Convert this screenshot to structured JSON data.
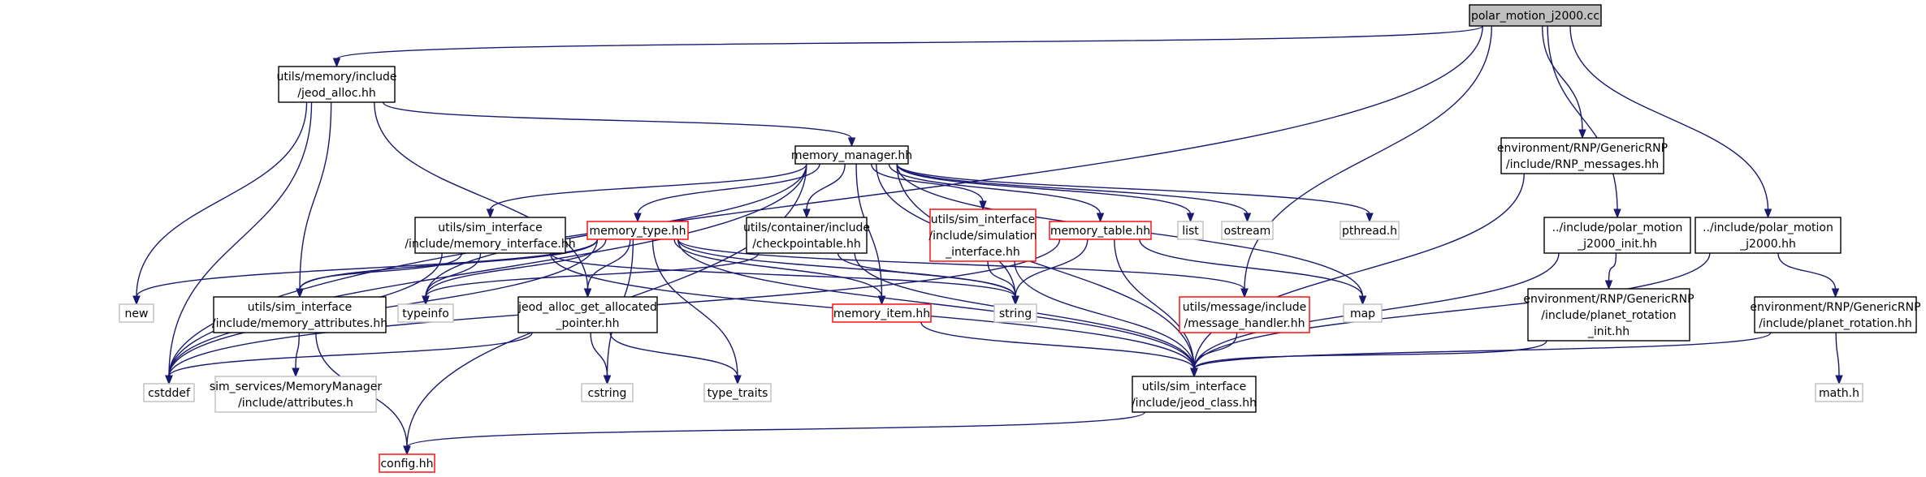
{
  "graph": {
    "colors": {
      "edge": "#191970",
      "root_fill": "#bfbfbf",
      "node_fill": "#ffffff",
      "normal_border": "#000000",
      "truncated_border": "#ff0000",
      "external_border": "#bfbfbf"
    },
    "nodes": [
      {
        "id": "root",
        "kind": "root",
        "lines": [
          "polar_motion_j2000.cc"
        ]
      },
      {
        "id": "jeod_alloc",
        "kind": "normal",
        "lines": [
          "utils/memory/include",
          "/jeod_alloc.hh"
        ]
      },
      {
        "id": "memory_manager",
        "kind": "normal",
        "lines": [
          "memory_manager.hh"
        ]
      },
      {
        "id": "rnp_messages",
        "kind": "normal",
        "lines": [
          "environment/RNP/GenericRNP",
          "/include/RNP_messages.hh"
        ]
      },
      {
        "id": "polar_motion_init",
        "kind": "normal",
        "lines": [
          "../include/polar_motion",
          "_j2000_init.hh"
        ]
      },
      {
        "id": "polar_motion_hh",
        "kind": "normal",
        "lines": [
          "../include/polar_motion",
          "_j2000.hh"
        ]
      },
      {
        "id": "memory_interface",
        "kind": "normal",
        "lines": [
          "utils/sim_interface",
          "/include/memory_interface.hh"
        ]
      },
      {
        "id": "memory_type",
        "kind": "truncated",
        "lines": [
          "memory_type.hh"
        ]
      },
      {
        "id": "checkpointable",
        "kind": "normal",
        "lines": [
          "utils/container/include",
          "/checkpointable.hh"
        ]
      },
      {
        "id": "simulation_interface",
        "kind": "truncated",
        "lines": [
          "utils/sim_interface",
          "/include/simulation",
          "_interface.hh"
        ]
      },
      {
        "id": "memory_table",
        "kind": "truncated",
        "lines": [
          "memory_table.hh"
        ]
      },
      {
        "id": "list",
        "kind": "external",
        "lines": [
          "list"
        ]
      },
      {
        "id": "ostream",
        "kind": "external",
        "lines": [
          "ostream"
        ]
      },
      {
        "id": "pthread",
        "kind": "external",
        "lines": [
          "pthread.h"
        ]
      },
      {
        "id": "planet_rotation_init",
        "kind": "normal",
        "lines": [
          "environment/RNP/GenericRNP",
          "/include/planet_rotation",
          "_init.hh"
        ]
      },
      {
        "id": "planet_rotation",
        "kind": "normal",
        "lines": [
          "environment/RNP/GenericRNP",
          "/include/planet_rotation.hh"
        ]
      },
      {
        "id": "new",
        "kind": "external",
        "lines": [
          "new"
        ]
      },
      {
        "id": "memory_attributes",
        "kind": "normal",
        "lines": [
          "utils/sim_interface",
          "/include/memory_attributes.hh"
        ]
      },
      {
        "id": "typeinfo",
        "kind": "external",
        "lines": [
          "typeinfo"
        ]
      },
      {
        "id": "get_allocated_pointer",
        "kind": "normal",
        "lines": [
          "jeod_alloc_get_allocated",
          "_pointer.hh"
        ]
      },
      {
        "id": "memory_item",
        "kind": "truncated",
        "lines": [
          "memory_item.hh"
        ]
      },
      {
        "id": "string",
        "kind": "external",
        "lines": [
          "string"
        ]
      },
      {
        "id": "message_handler",
        "kind": "truncated",
        "lines": [
          "utils/message/include",
          "/message_handler.hh"
        ]
      },
      {
        "id": "map",
        "kind": "external",
        "lines": [
          "map"
        ]
      },
      {
        "id": "cstddef",
        "kind": "external",
        "lines": [
          "cstddef"
        ]
      },
      {
        "id": "attributes_h",
        "kind": "external",
        "lines": [
          "sim_services/MemoryManager",
          "/include/attributes.h"
        ]
      },
      {
        "id": "cstring",
        "kind": "external",
        "lines": [
          "cstring"
        ]
      },
      {
        "id": "type_traits",
        "kind": "external",
        "lines": [
          "type_traits"
        ]
      },
      {
        "id": "jeod_class",
        "kind": "normal",
        "lines": [
          "utils/sim_interface",
          "/include/jeod_class.hh"
        ]
      },
      {
        "id": "math_h",
        "kind": "external",
        "lines": [
          "math.h"
        ]
      },
      {
        "id": "config",
        "kind": "truncated",
        "lines": [
          "config.hh"
        ]
      }
    ],
    "edges": [
      [
        "root",
        "cstddef"
      ],
      [
        "root",
        "jeod_alloc"
      ],
      [
        "root",
        "message_handler"
      ],
      [
        "root",
        "rnp_messages"
      ],
      [
        "root",
        "polar_motion_init"
      ],
      [
        "root",
        "polar_motion_hh"
      ],
      [
        "jeod_alloc",
        "memory_manager"
      ],
      [
        "jeod_alloc",
        "new"
      ],
      [
        "jeod_alloc",
        "memory_attributes"
      ],
      [
        "jeod_alloc",
        "get_allocated_pointer"
      ],
      [
        "jeod_alloc",
        "cstddef"
      ],
      [
        "memory_manager",
        "memory_interface"
      ],
      [
        "memory_manager",
        "memory_type"
      ],
      [
        "memory_manager",
        "checkpointable"
      ],
      [
        "memory_manager",
        "simulation_interface"
      ],
      [
        "memory_manager",
        "memory_table"
      ],
      [
        "memory_manager",
        "list"
      ],
      [
        "memory_manager",
        "ostream"
      ],
      [
        "memory_manager",
        "pthread"
      ],
      [
        "memory_manager",
        "map"
      ],
      [
        "memory_manager",
        "string"
      ],
      [
        "memory_manager",
        "typeinfo"
      ],
      [
        "memory_manager",
        "jeod_class"
      ],
      [
        "memory_manager",
        "memory_item"
      ],
      [
        "memory_manager",
        "cstddef"
      ],
      [
        "memory_manager",
        "config"
      ],
      [
        "memory_interface",
        "memory_attributes"
      ],
      [
        "memory_interface",
        "typeinfo"
      ],
      [
        "memory_interface",
        "string"
      ],
      [
        "memory_interface",
        "cstddef"
      ],
      [
        "memory_interface",
        "jeod_class"
      ],
      [
        "memory_type",
        "new"
      ],
      [
        "memory_type",
        "memory_attributes"
      ],
      [
        "memory_type",
        "typeinfo"
      ],
      [
        "memory_type",
        "get_allocated_pointer"
      ],
      [
        "memory_type",
        "memory_item"
      ],
      [
        "memory_type",
        "string"
      ],
      [
        "memory_type",
        "message_handler"
      ],
      [
        "memory_type",
        "cstring"
      ],
      [
        "memory_type",
        "type_traits"
      ],
      [
        "memory_type",
        "cstddef"
      ],
      [
        "memory_type",
        "jeod_class"
      ],
      [
        "checkpointable",
        "typeinfo"
      ],
      [
        "checkpointable",
        "string"
      ],
      [
        "checkpointable",
        "jeod_class"
      ],
      [
        "simulation_interface",
        "string"
      ],
      [
        "simulation_interface",
        "jeod_class"
      ],
      [
        "memory_table",
        "string"
      ],
      [
        "memory_table",
        "map"
      ],
      [
        "memory_table",
        "jeod_class"
      ],
      [
        "memory_table",
        "cstddef"
      ],
      [
        "rnp_messages",
        "jeod_class"
      ],
      [
        "polar_motion_init",
        "planet_rotation_init"
      ],
      [
        "polar_motion_init",
        "jeod_class"
      ],
      [
        "polar_motion_hh",
        "planet_rotation"
      ],
      [
        "polar_motion_hh",
        "jeod_class"
      ],
      [
        "planet_rotation_init",
        "jeod_class"
      ],
      [
        "planet_rotation",
        "jeod_class"
      ],
      [
        "planet_rotation",
        "math_h"
      ],
      [
        "memory_attributes",
        "attributes_h"
      ],
      [
        "memory_attributes",
        "config"
      ],
      [
        "get_allocated_pointer",
        "cstddef"
      ],
      [
        "get_allocated_pointer",
        "cstring"
      ],
      [
        "get_allocated_pointer",
        "type_traits"
      ],
      [
        "memory_item",
        "jeod_class"
      ],
      [
        "message_handler",
        "jeod_class"
      ],
      [
        "jeod_class",
        "config"
      ]
    ]
  }
}
